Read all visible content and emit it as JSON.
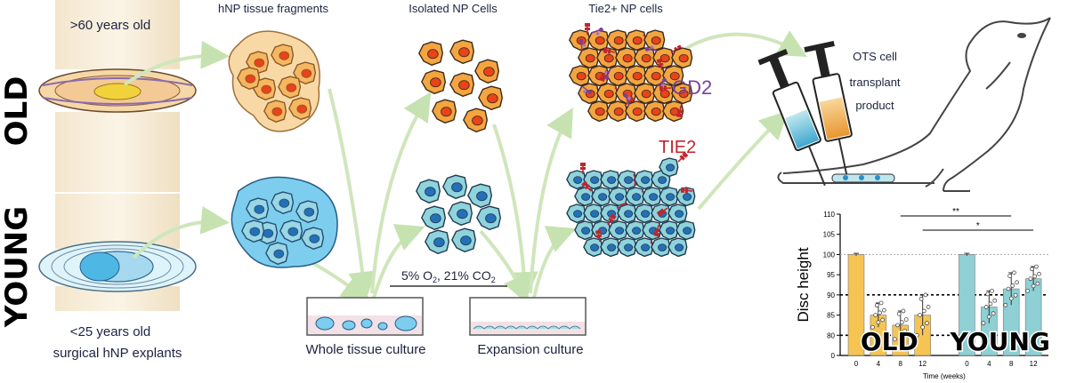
{
  "labels": {
    "old_side": "OLD",
    "young_side": "YOUNG",
    "old_age": ">60 years old",
    "young_age": "<25 years old",
    "young_explants": "surgical hNP explants",
    "tissue_fragments": "hNP tissue fragments",
    "isolated_cells": "Isolated NP Cells",
    "tie2_cells": "Tie2+ NP cells",
    "gd2": "GD2",
    "tie2": "TIE2",
    "oxygen": "5% O",
    "oxygen_sub": "2",
    "co2": ", 21% CO",
    "co2_sub": "2",
    "whole_culture": "Whole tissue culture",
    "expansion_culture": "Expansion culture",
    "ots_line1": "OTS cell",
    "ots_line2": "transplant",
    "ots_line3": "product"
  },
  "colors": {
    "old_orange": "#f5a623",
    "old_cell": "#f4a540",
    "old_nucleus": "#e8431a",
    "young_blue": "#8fd3dc",
    "young_tissue": "#6ec6ea",
    "young_nucleus": "#2470b8",
    "arrow_green": "#cfe6bb",
    "gd2_purple": "#7a3f98",
    "tie2_red": "#c0262d",
    "bar_old": "#f5c453",
    "bar_young": "#8ed0d4"
  },
  "chart_data": {
    "type": "bar",
    "ylabel": "Disc height",
    "xlabel": "Time (weeks)",
    "ylim": [
      75,
      110
    ],
    "yticks": [
      75,
      80,
      85,
      90,
      95,
      100,
      105,
      110
    ],
    "ytick_labels": [
      "0",
      "80",
      "85",
      "90",
      "95",
      "100",
      "105",
      "110"
    ],
    "categories": [
      "0",
      "4",
      "8",
      "12",
      "0",
      "4",
      "8",
      "12"
    ],
    "groups": [
      {
        "name": "OLD",
        "categories": [
          "0",
          "4",
          "8",
          "12"
        ],
        "values": [
          100,
          85,
          82.5,
          85
        ],
        "errors": [
          0.3,
          3,
          3.5,
          5
        ]
      },
      {
        "name": "YOUNG",
        "categories": [
          "0",
          "4",
          "8",
          "12"
        ],
        "values": [
          100,
          87,
          91.5,
          94
        ],
        "errors": [
          0.3,
          4,
          4,
          3
        ]
      }
    ],
    "reference_lines": [
      100,
      90,
      80
    ],
    "significance": [
      {
        "label": "**",
        "from": "OLD 8",
        "to": "YOUNG 8"
      },
      {
        "label": "*",
        "from": "OLD 12",
        "to": "YOUNG 12"
      }
    ]
  }
}
